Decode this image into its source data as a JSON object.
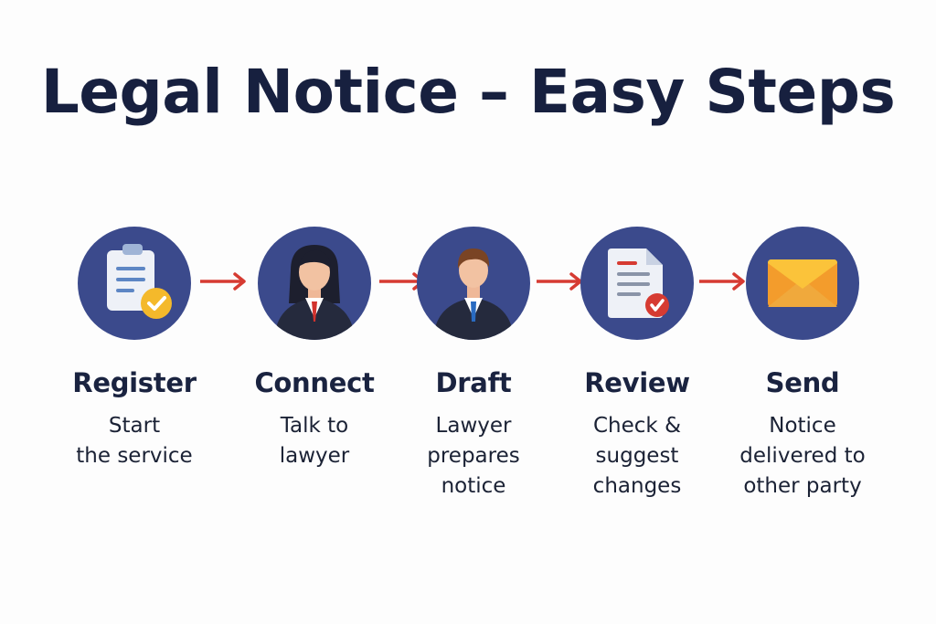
{
  "title": "Legal Notice – Easy Steps",
  "colors": {
    "circle": "#3b4a8c",
    "arrow": "#d63b32",
    "title": "#17203f"
  },
  "steps": [
    {
      "icon": "clipboard-check-icon",
      "title": "Register",
      "desc": "Start\nthe service"
    },
    {
      "icon": "female-lawyer-icon",
      "title": "Connect",
      "desc": "Talk to\nlawyer"
    },
    {
      "icon": "male-lawyer-icon",
      "title": "Draft",
      "desc": "Lawyer\nprepares\nnotice"
    },
    {
      "icon": "document-check-icon",
      "title": "Review",
      "desc": "Check &\nsuggest\nchanges"
    },
    {
      "icon": "envelope-icon",
      "title": "Send",
      "desc": "Notice\ndelivered to\nother party"
    }
  ]
}
